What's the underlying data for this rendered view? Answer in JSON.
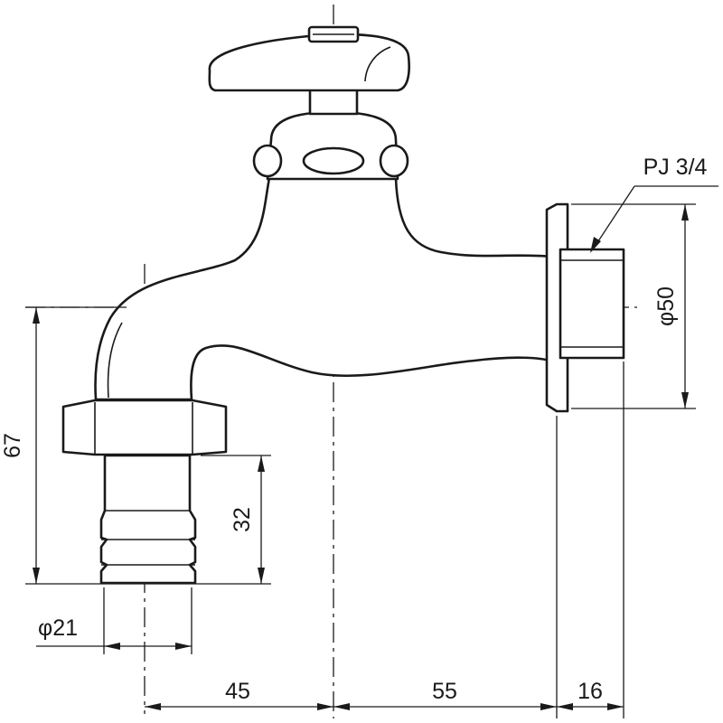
{
  "labels": {
    "thread": "PJ 3/4",
    "flange_dia": "φ50",
    "outlet_height": "67",
    "hose_len": "32",
    "hose_dia": "φ21",
    "dist_a": "45",
    "dist_b": "55",
    "dist_c": "16"
  }
}
